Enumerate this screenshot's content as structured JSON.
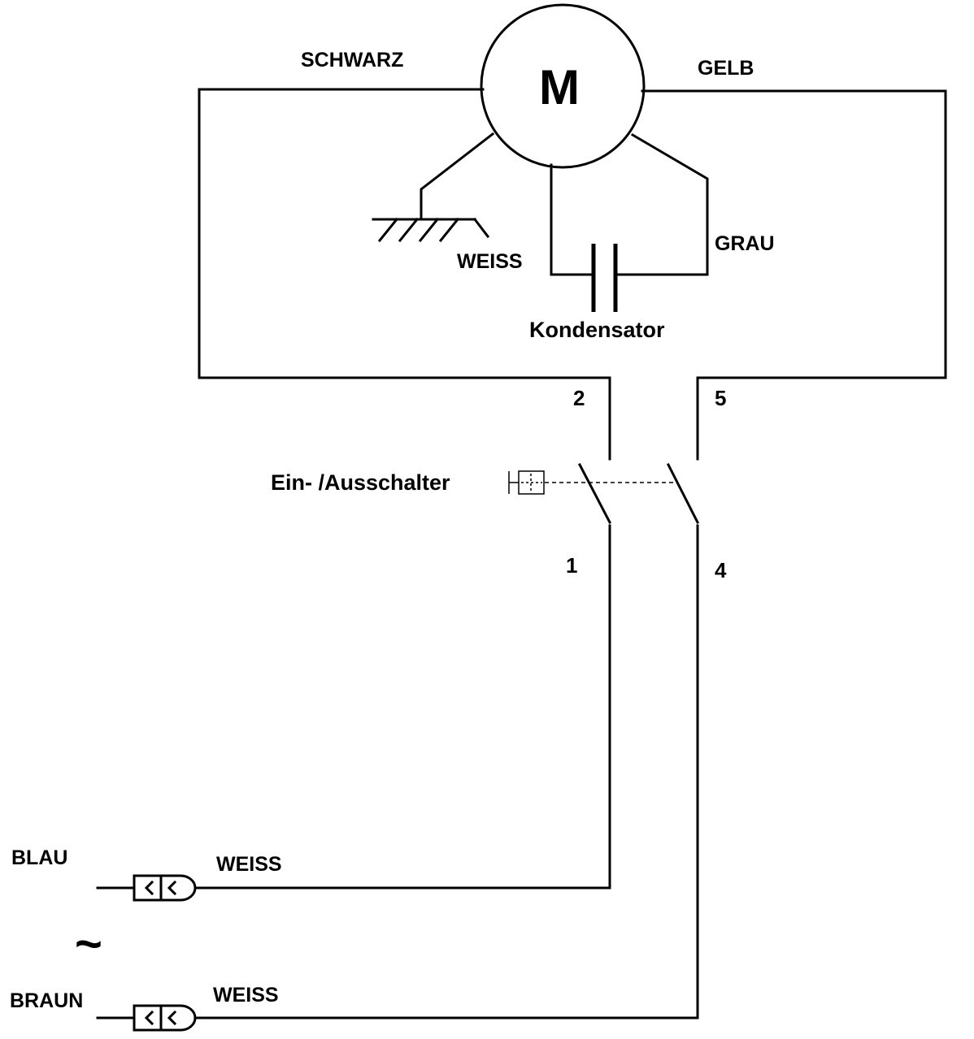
{
  "motor": {
    "symbol": "M"
  },
  "wires": {
    "schwarz": "SCHWARZ",
    "gelb": "GELB",
    "grau": "GRAU",
    "weiss_ground": "WEISS",
    "weiss_top_plug": "WEISS",
    "weiss_bottom_plug": "WEISS"
  },
  "capacitor": {
    "label": "Kondensator"
  },
  "switch": {
    "label": "Ein- /Ausschalter"
  },
  "terminals": {
    "t1": "1",
    "t2": "2",
    "t4": "4",
    "t5": "5"
  },
  "plugs": {
    "top": "BLAU",
    "bottom": "BRAUN",
    "ac_symbol": "~"
  }
}
